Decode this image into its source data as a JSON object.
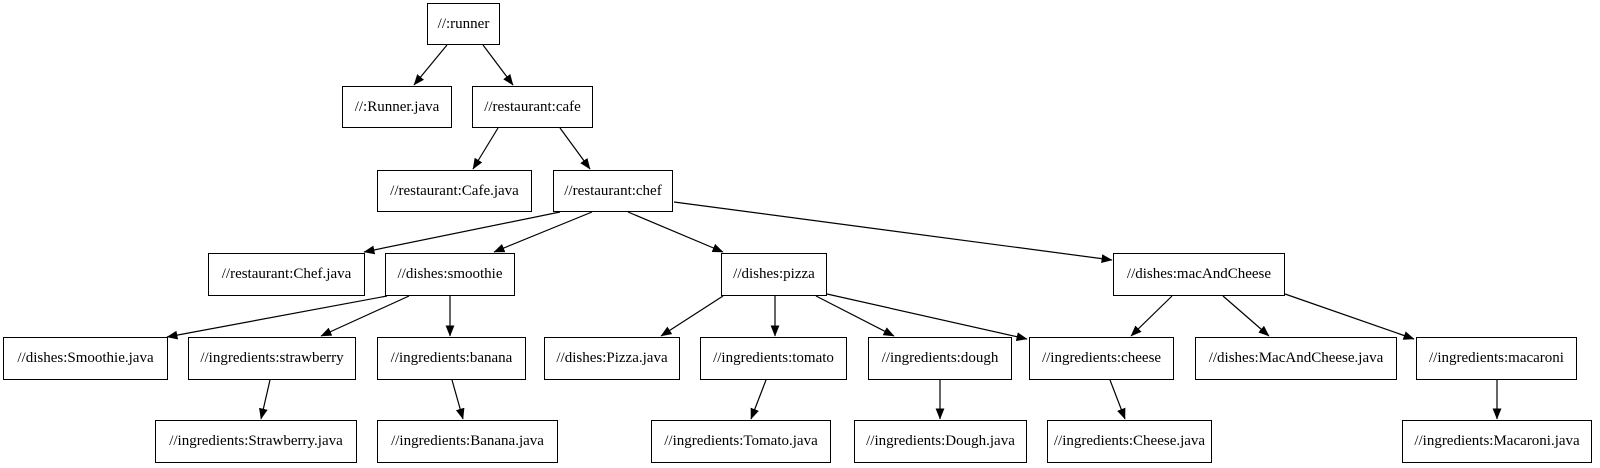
{
  "diagram": {
    "type": "build-dependency-graph",
    "background_color": "#ffffff",
    "node_fill_color": "#ffffff",
    "node_border_color": "#000000",
    "node_text_color": "#000000",
    "edge_color": "#000000",
    "nodes": [
      {
        "id": "runner",
        "label": "//:runner"
      },
      {
        "id": "runner_java",
        "label": "//:Runner.java"
      },
      {
        "id": "cafe",
        "label": "//restaurant:cafe"
      },
      {
        "id": "cafe_java",
        "label": "//restaurant:Cafe.java"
      },
      {
        "id": "chef",
        "label": "//restaurant:chef"
      },
      {
        "id": "chef_java",
        "label": "//restaurant:Chef.java"
      },
      {
        "id": "smoothie",
        "label": "//dishes:smoothie"
      },
      {
        "id": "pizza",
        "label": "//dishes:pizza"
      },
      {
        "id": "macandcheese",
        "label": "//dishes:macAndCheese"
      },
      {
        "id": "smoothie_java",
        "label": "//dishes:Smoothie.java"
      },
      {
        "id": "strawberry",
        "label": "//ingredients:strawberry"
      },
      {
        "id": "banana",
        "label": "//ingredients:banana"
      },
      {
        "id": "pizza_java",
        "label": "//dishes:Pizza.java"
      },
      {
        "id": "tomato",
        "label": "//ingredients:tomato"
      },
      {
        "id": "dough",
        "label": "//ingredients:dough"
      },
      {
        "id": "cheese",
        "label": "//ingredients:cheese"
      },
      {
        "id": "macandcheese_java",
        "label": "//dishes:MacAndCheese.java"
      },
      {
        "id": "macaroni",
        "label": "//ingredients:macaroni"
      },
      {
        "id": "strawberry_java",
        "label": "//ingredients:Strawberry.java"
      },
      {
        "id": "banana_java",
        "label": "//ingredients:Banana.java"
      },
      {
        "id": "tomato_java",
        "label": "//ingredients:Tomato.java"
      },
      {
        "id": "dough_java",
        "label": "//ingredients:Dough.java"
      },
      {
        "id": "cheese_java",
        "label": "//ingredients:Cheese.java"
      },
      {
        "id": "macaroni_java",
        "label": "//ingredients:Macaroni.java"
      }
    ],
    "edges": [
      {
        "from": "runner",
        "to": "runner_java"
      },
      {
        "from": "runner",
        "to": "cafe"
      },
      {
        "from": "cafe",
        "to": "cafe_java"
      },
      {
        "from": "cafe",
        "to": "chef"
      },
      {
        "from": "chef",
        "to": "chef_java"
      },
      {
        "from": "chef",
        "to": "smoothie"
      },
      {
        "from": "chef",
        "to": "pizza"
      },
      {
        "from": "chef",
        "to": "macandcheese"
      },
      {
        "from": "smoothie",
        "to": "smoothie_java"
      },
      {
        "from": "smoothie",
        "to": "strawberry"
      },
      {
        "from": "smoothie",
        "to": "banana"
      },
      {
        "from": "strawberry",
        "to": "strawberry_java"
      },
      {
        "from": "banana",
        "to": "banana_java"
      },
      {
        "from": "pizza",
        "to": "pizza_java"
      },
      {
        "from": "pizza",
        "to": "tomato"
      },
      {
        "from": "pizza",
        "to": "dough"
      },
      {
        "from": "pizza",
        "to": "cheese"
      },
      {
        "from": "macandcheese",
        "to": "cheese"
      },
      {
        "from": "macandcheese",
        "to": "macandcheese_java"
      },
      {
        "from": "macandcheese",
        "to": "macaroni"
      },
      {
        "from": "tomato",
        "to": "tomato_java"
      },
      {
        "from": "dough",
        "to": "dough_java"
      },
      {
        "from": "cheese",
        "to": "cheese_java"
      },
      {
        "from": "macaroni",
        "to": "macaroni_java"
      }
    ]
  }
}
